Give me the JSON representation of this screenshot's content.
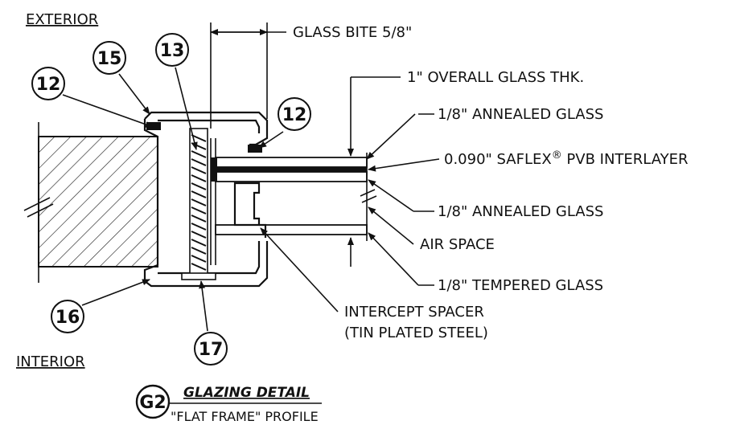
{
  "labels": {
    "exterior": "EXTERIOR",
    "interior": "INTERIOR",
    "glass_bite": "GLASS BITE 5/8\"",
    "overall_thk": "1\" OVERALL GLASS THK.",
    "annealed_top": "1/8\" ANNEALED GLASS",
    "pvb_prefix": "0.090\" SAFLEX",
    "pvb_reg": "®",
    "pvb_suffix": " PVB INTERLAYER",
    "annealed_bottom": "1/8\" ANNEALED GLASS",
    "air_space": "AIR SPACE",
    "tempered": "1/8\" TEMPERED GLASS",
    "spacer_line1": "INTERCEPT SPACER",
    "spacer_line2": "(TIN PLATED STEEL)"
  },
  "callouts": {
    "c12_left": "12",
    "c15": "15",
    "c13": "13",
    "c12_right": "12",
    "c16": "16",
    "c17": "17"
  },
  "detail": {
    "tag": "G2",
    "title": "GLAZING DETAIL",
    "subtitle": "\"FLAT FRAME\" PROFILE"
  }
}
